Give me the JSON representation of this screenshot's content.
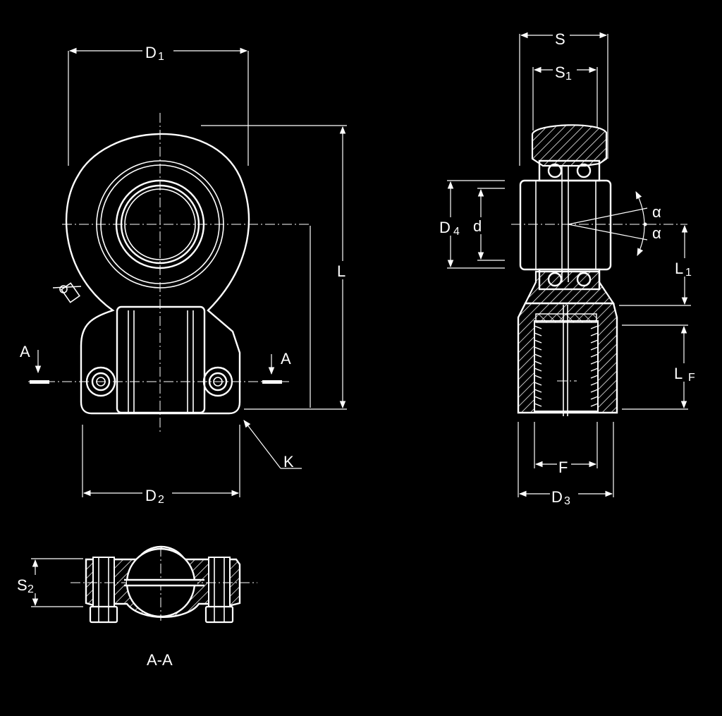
{
  "labels": {
    "D1": "D",
    "D1_sub": "1",
    "D2": "D",
    "D2_sub": "2",
    "D3": "D",
    "D3_sub": "3",
    "D4": "D",
    "D4_sub": "4",
    "S": "S",
    "S1": "S",
    "S1_sub": "1",
    "S2": "S",
    "S2_sub": "2",
    "L": "L",
    "L1": "L",
    "L1_sub": "1",
    "LF": "L",
    "LF_sub": "F",
    "d": "d",
    "F": "F",
    "K": "K",
    "alpha_top": "α",
    "alpha_bottom": "α",
    "arrow_A_left": "A",
    "arrow_A_right": "A",
    "section": "A-A"
  },
  "colors": {
    "background": "#000000",
    "line": "#ffffff"
  }
}
